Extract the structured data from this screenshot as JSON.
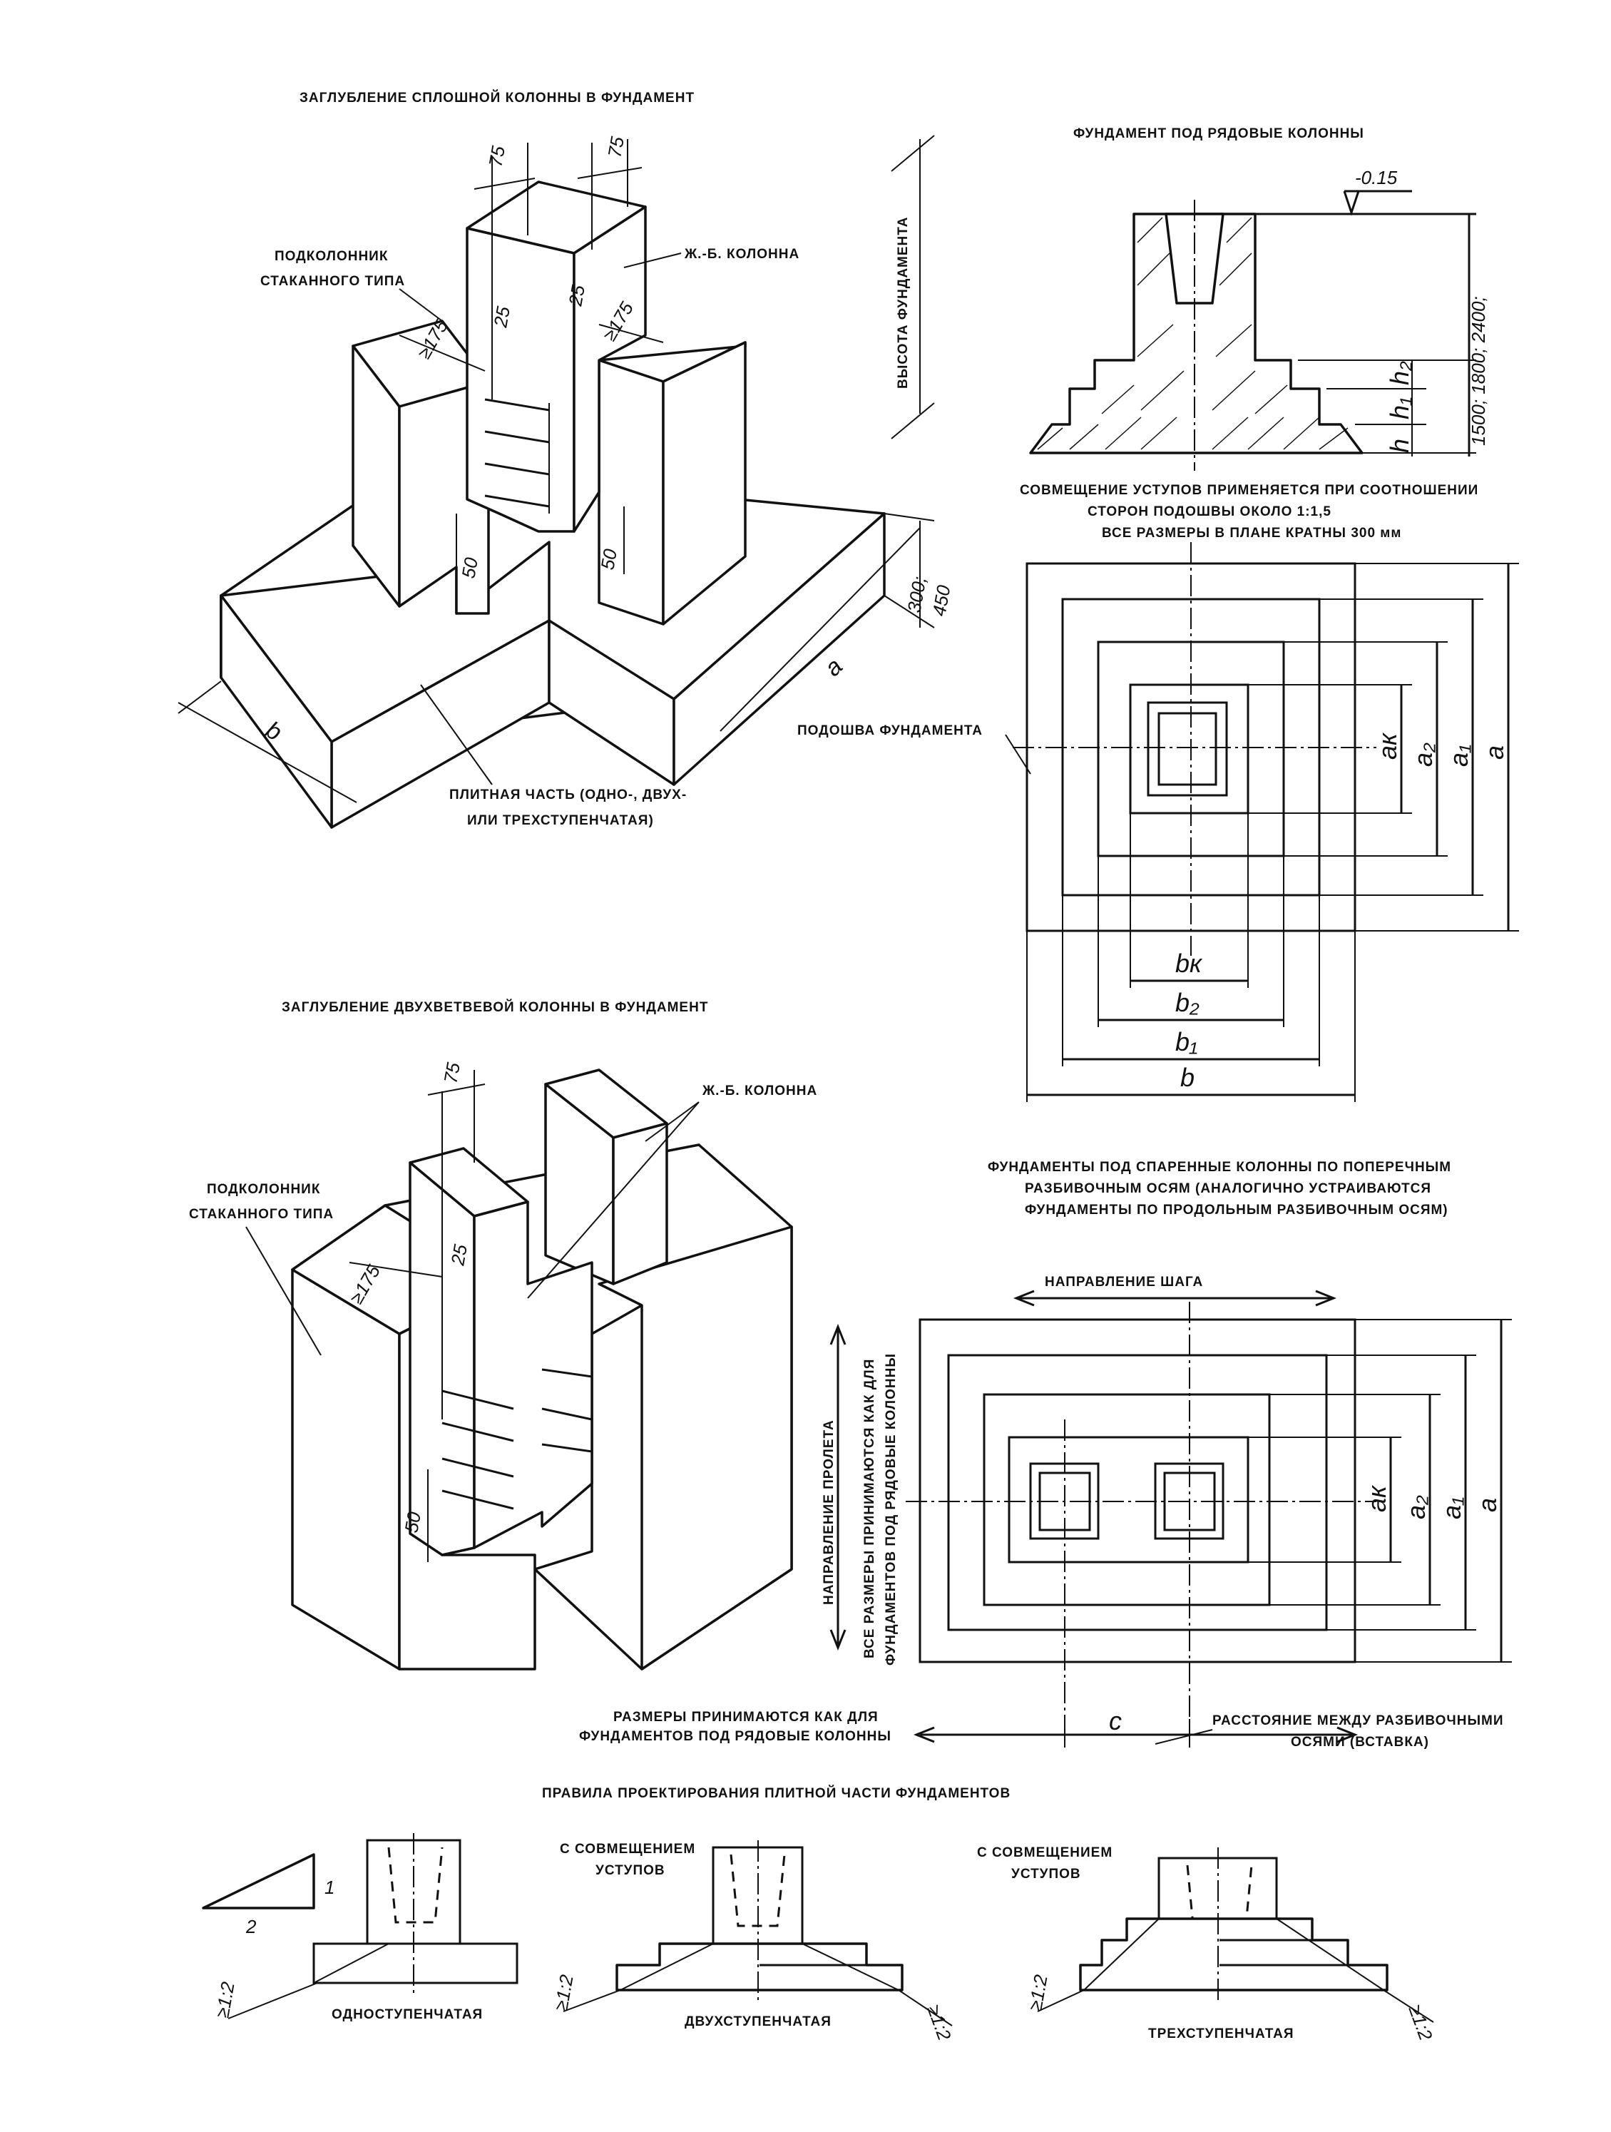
{
  "titles": {
    "solid_column": "ЗАГЛУБЛЕНИЕ СПЛОШНОЙ КОЛОННЫ В ФУНДАМЕНТ",
    "ordinary_columns": "ФУНДАМЕНТ ПОД РЯДОВЫЕ  КОЛОННЫ",
    "two_branch_column": "ЗАГЛУБЛЕНИЕ ДВУХВЕТВЕВОЙ КОЛОННЫ  В ФУНДАМЕНТ",
    "paired_line1": "ФУНДАМЕНТЫ ПОД СПАРЕННЫЕ  КОЛОННЫ ПО ПОПЕРЕЧНЫМ",
    "paired_line2": "РАЗБИВОЧНЫМ ОСЯМ  (АНАЛОГИЧНО УСТРАИВАЮТСЯ",
    "paired_line3": "ФУНДАМЕНТЫ ПО ПРОДОЛЬНЫМ РАЗБИВОЧНЫМ ОСЯМ)",
    "rules": "ПРАВИЛА ПРОЕКТИРОВАНИЯ ПЛИТНОЙ  ЧАСТИ ФУНДАМЕНТОВ"
  },
  "labels": {
    "subcolumn_1": "ПОДКОЛОННИК",
    "subcolumn_2": "СТАКАННОГО ТИПА",
    "rc_column": "Ж.-Б. КОЛОННА",
    "foundation_height": "ВЫСОТА ФУНДАМЕНТА",
    "foundation_sole": "ПОДОШВА ФУНДАМЕНТА",
    "slab_part_1": "ПЛИТНАЯ ЧАСТЬ (ОДНО-, ДВУХ-",
    "slab_part_2": "ИЛИ ТРЕХСТУПЕНЧАТАЯ)",
    "note_1": "СОВМЕЩЕНИЕ УСТУПОВ ПРИМЕНЯЕТСЯ ПРИ СООТНОШЕНИИ",
    "note_2": "СТОРОН ПОДОШВЫ ОКОЛО 1:1,5",
    "note_3": "ВСЕ РАЗМЕРЫ В ПЛАНЕ КРАТНЫ 300 мм",
    "step_direction": "НАПРАВЛЕНИЕ ШАГА",
    "span_direction": "НАПРАВЛЕНИЕ ПРОЛЕТА",
    "all_dims_1": "ВСЕ РАЗМЕРЫ ПРИНИМАЮТСЯ КАК ДЛЯ",
    "all_dims_2": "ФУНДАМЕНТОВ ПОД РЯДОВЫЕ КОЛОННЫ",
    "dims_as_1": "РАЗМЕРЫ ПРИНИМАЮТСЯ КАК ДЛЯ",
    "dims_as_2": "ФУНДАМЕНТОВ ПОД РЯДОВЫЕ КОЛОННЫ",
    "axes_distance_1": "РАССТОЯНИЕ МЕЖДУ РАЗБИВОЧНЫМИ",
    "axes_distance_2": "ОСЯМИ (ВСТАВКА)",
    "with_steps_1": "С СОВМЕЩЕНИЕМ",
    "with_steps_2": "УСТУПОВ",
    "one_step": "ОДНОСТУПЕНЧАТАЯ",
    "two_step": "ДВУХСТУПЕНЧАТАЯ",
    "three_step": "ТРЕХСТУПЕНЧАТАЯ"
  },
  "dims": {
    "d75": "75",
    "d25": "25",
    "d175": "≥175",
    "d50": "50",
    "h300": "300;",
    "h450": "450",
    "elev": "-0.15",
    "heights": "1500; 1800; 2400;",
    "slope": "≥1:2",
    "tri_1": "1",
    "tri_2": "2"
  },
  "symbols": {
    "a": "a",
    "b": "b",
    "c": "c",
    "ak": "aк",
    "a1": "a₁",
    "a2": "a₂",
    "bk": "bк",
    "b1": "b₁",
    "b2": "b₂",
    "h": "h",
    "h1": "h₁",
    "h2": "h₂"
  }
}
